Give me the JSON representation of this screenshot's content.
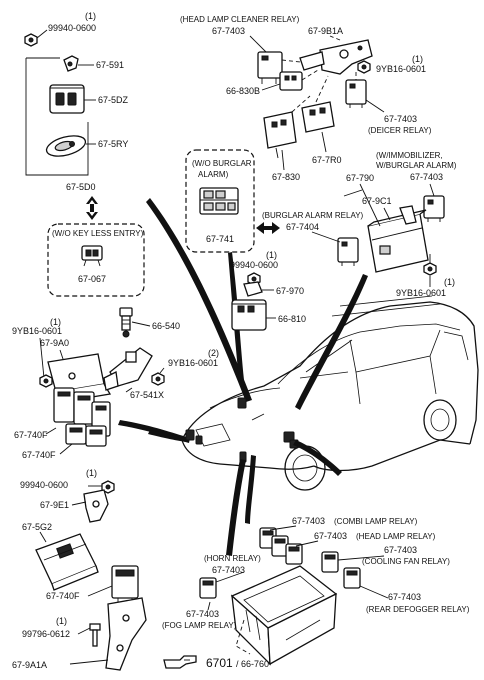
{
  "labels": {
    "bolt_top": "99940-0600",
    "bolt_top_qty": "(1)",
    "p_591": "67-591",
    "p_5dz": "67-5DZ",
    "p_5ry": "67-5RY",
    "p_5d0": "67-5D0",
    "keyless_note": "(W/O KEY LESS ENTRY)",
    "p_067": "67-067",
    "hl_cleaner_note": "(HEAD LAMP CLEANER RELAY)",
    "hl_cleaner_pn": "67-7403",
    "p_9b1a": "67-9B1A",
    "p_9yb16_top": "9YB16-0601",
    "p_9yb16_top_qty": "(1)",
    "p_830b": "66-830B",
    "deicer_pn": "67-7403",
    "deicer_note": "(DEICER RELAY)",
    "p_830": "67-830",
    "p_7r0": "67-7R0",
    "burglar_wo_note1": "(W/O BURGLAR",
    "burglar_wo_note2": "ALARM)",
    "p_741": "67-741",
    "immob_note1": "(W/IMMOBILIZER,",
    "immob_note2": "W/BURGLAR ALARM)",
    "immob_pn": "67-7403",
    "p_790": "67-790",
    "p_9c1": "67-9C1",
    "burglar_relay_note": "(BURGLAR ALARM RELAY)",
    "p_7404": "67-7404",
    "bolt_mid": "99940-0600",
    "bolt_mid_qty": "(1)",
    "p_970": "67-970",
    "p_9yb16_right": "9YB16-0601",
    "p_9yb16_right_qty": "(1)",
    "p_810": "66-810",
    "p_540": "66-540",
    "p_9yb16_left": "9YB16-0601",
    "p_9yb16_left_qty": "(1)",
    "p_9a0": "67-9A0",
    "p_9yb16_mid": "9YB16-0601",
    "p_9yb16_mid_qty": "(2)",
    "p_541x": "67-541X",
    "p_740f_a": "67-740F",
    "p_740f_b": "67-740F",
    "bolt_low": "99940-0600",
    "bolt_low_qty": "(1)",
    "p_9e1": "67-9E1",
    "p_5g2": "67-5G2",
    "p_740f_c": "67-740F",
    "bolt_bottom": "99796-0612",
    "bolt_bottom_qty": "(1)",
    "p_9a1a": "67-9A1A",
    "combi_pn": "67-7403",
    "combi_note": "(COMBI LAMP RELAY)",
    "headlamp_pn": "67-7403",
    "headlamp_note": "(HEAD LAMP RELAY)",
    "cooling_pn": "67-7403",
    "cooling_note": "(COOLING FAN RELAY)",
    "horn_note": "(HORN RELAY)",
    "horn_pn": "67-7403",
    "fog_pn": "67-7403",
    "fog_note": "(FOG LAMP RELAY)",
    "rear_pn": "67-7403",
    "rear_note": "(REAR DEFOGGER RELAY)",
    "ref_main": "6701",
    "ref_sub": "/ 66-760"
  },
  "icons": {
    "reference": "pointing-hand-icon",
    "exchange": "double-arrow-icon"
  }
}
